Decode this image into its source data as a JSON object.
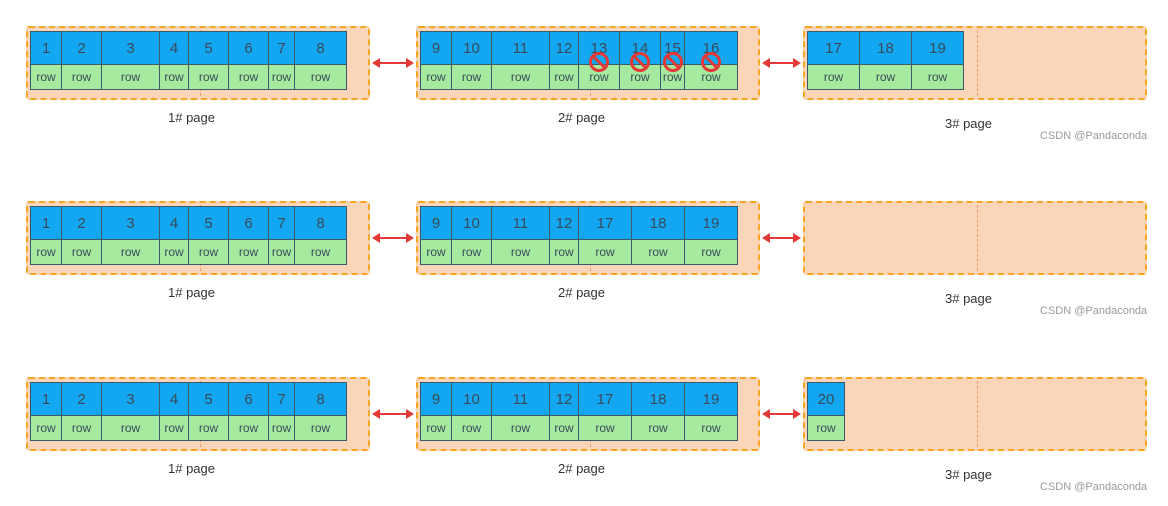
{
  "watermark": "CSDN @Pandaconda",
  "row_label": "row",
  "page_labels": [
    "1# page",
    "2# page",
    "3# page"
  ],
  "diagrams": [
    {
      "pages": [
        {
          "label": "1# page",
          "keys": [
            "1",
            "2",
            "3",
            "4",
            "5",
            "6",
            "7",
            "8"
          ]
        },
        {
          "label": "2# page",
          "keys": [
            "9",
            "10",
            "11",
            "12",
            "13",
            "14",
            "15",
            "16"
          ],
          "deleted": [
            "13",
            "14",
            "15",
            "16"
          ]
        },
        {
          "label": "3# page",
          "keys": [
            "17",
            "18",
            "19"
          ]
        }
      ]
    },
    {
      "pages": [
        {
          "label": "1# page",
          "keys": [
            "1",
            "2",
            "3",
            "4",
            "5",
            "6",
            "7",
            "8"
          ]
        },
        {
          "label": "2# page",
          "keys": [
            "9",
            "10",
            "11",
            "12",
            "17",
            "18",
            "19"
          ]
        },
        {
          "label": "3# page",
          "keys": []
        }
      ]
    },
    {
      "pages": [
        {
          "label": "1# page",
          "keys": [
            "1",
            "2",
            "3",
            "4",
            "5",
            "6",
            "7",
            "8"
          ]
        },
        {
          "label": "2# page",
          "keys": [
            "9",
            "10",
            "11",
            "12",
            "17",
            "18",
            "19"
          ]
        },
        {
          "label": "3# page",
          "keys": [
            "20"
          ]
        }
      ]
    }
  ],
  "colors": {
    "key_fill": "#12a7f0",
    "row_fill": "#a6eaa0",
    "page_fill": "#fbd5b7",
    "page_border": "#f5a623",
    "arrow": "#e53935",
    "deleted_mark": "#e53935"
  },
  "icons": {
    "link_arrow": "double-headed-arrow-icon",
    "deleted_mark": "prohibited-icon"
  }
}
